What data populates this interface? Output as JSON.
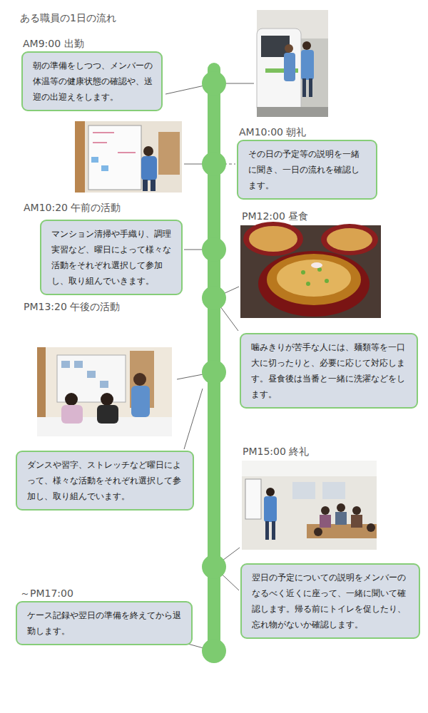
{
  "diagram": {
    "title": "ある職員の1日の流れ",
    "nodes": [
      {
        "text": [
          "朝の準備をしつつ、メンバーの体温等の健康状態の確認や、送迎の出迎えをします。"
        ]
      },
      {
        "text": [
          "その日の予定等の説明を一緒に聞き、一日の流れを確認します。"
        ]
      },
      {
        "text": [
          "マンション清掃や手織り、調理実習など、曜日によって様々な活動をそれぞれ選択して参加し、取り組んでいきます。"
        ]
      },
      {
        "text": [
          "噛みきりが苦手な人には、麺類等を一口大に切ったりと、必要に応じて対応します。昼食後は当番と一緒に洗濯などをします。"
        ]
      },
      {
        "text": [
          "ダンスや習字、ストレッチなど曜日によって、様々な活動をそれぞれ選択して参加し、取り組んでいます。"
        ]
      },
      {
        "text": [
          "翌日の予定についての説明をメンバーのなるべく近くに座って、一緒に聞いて確認します。帰る前にトイレを促したり、忘れ物がないか確認します。"
        ]
      },
      {
        "text": [
          "ケース記録や翌日の準備を終えてから退勤します。"
        ]
      }
    ],
    "labels": [
      "AM9:00 出勤",
      "AM10:00 朝礼",
      "AM10:20 午前の活動",
      "PM12:00 昼食",
      "PM13:20 午後の活動",
      "PM15:00 終礼",
      "～PM17:00"
    ]
  }
}
